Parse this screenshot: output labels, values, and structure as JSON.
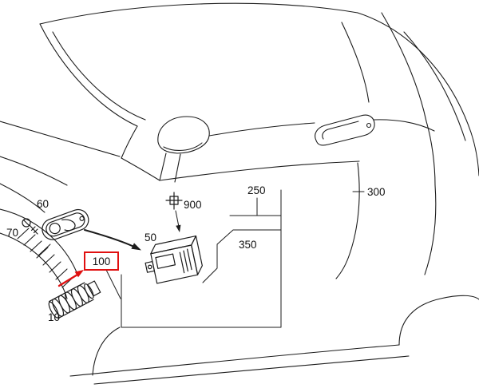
{
  "diagram": {
    "background_color": "#ffffff",
    "line_color": "#1c1c1c",
    "highlight_color": "#e01010",
    "selected_callout": "100",
    "callouts": [
      {
        "label": "60"
      },
      {
        "label": "70"
      },
      {
        "label": "900"
      },
      {
        "label": "50"
      },
      {
        "label": "250"
      },
      {
        "label": "350"
      },
      {
        "label": "300"
      },
      {
        "label": "100"
      },
      {
        "label": "10"
      }
    ]
  }
}
